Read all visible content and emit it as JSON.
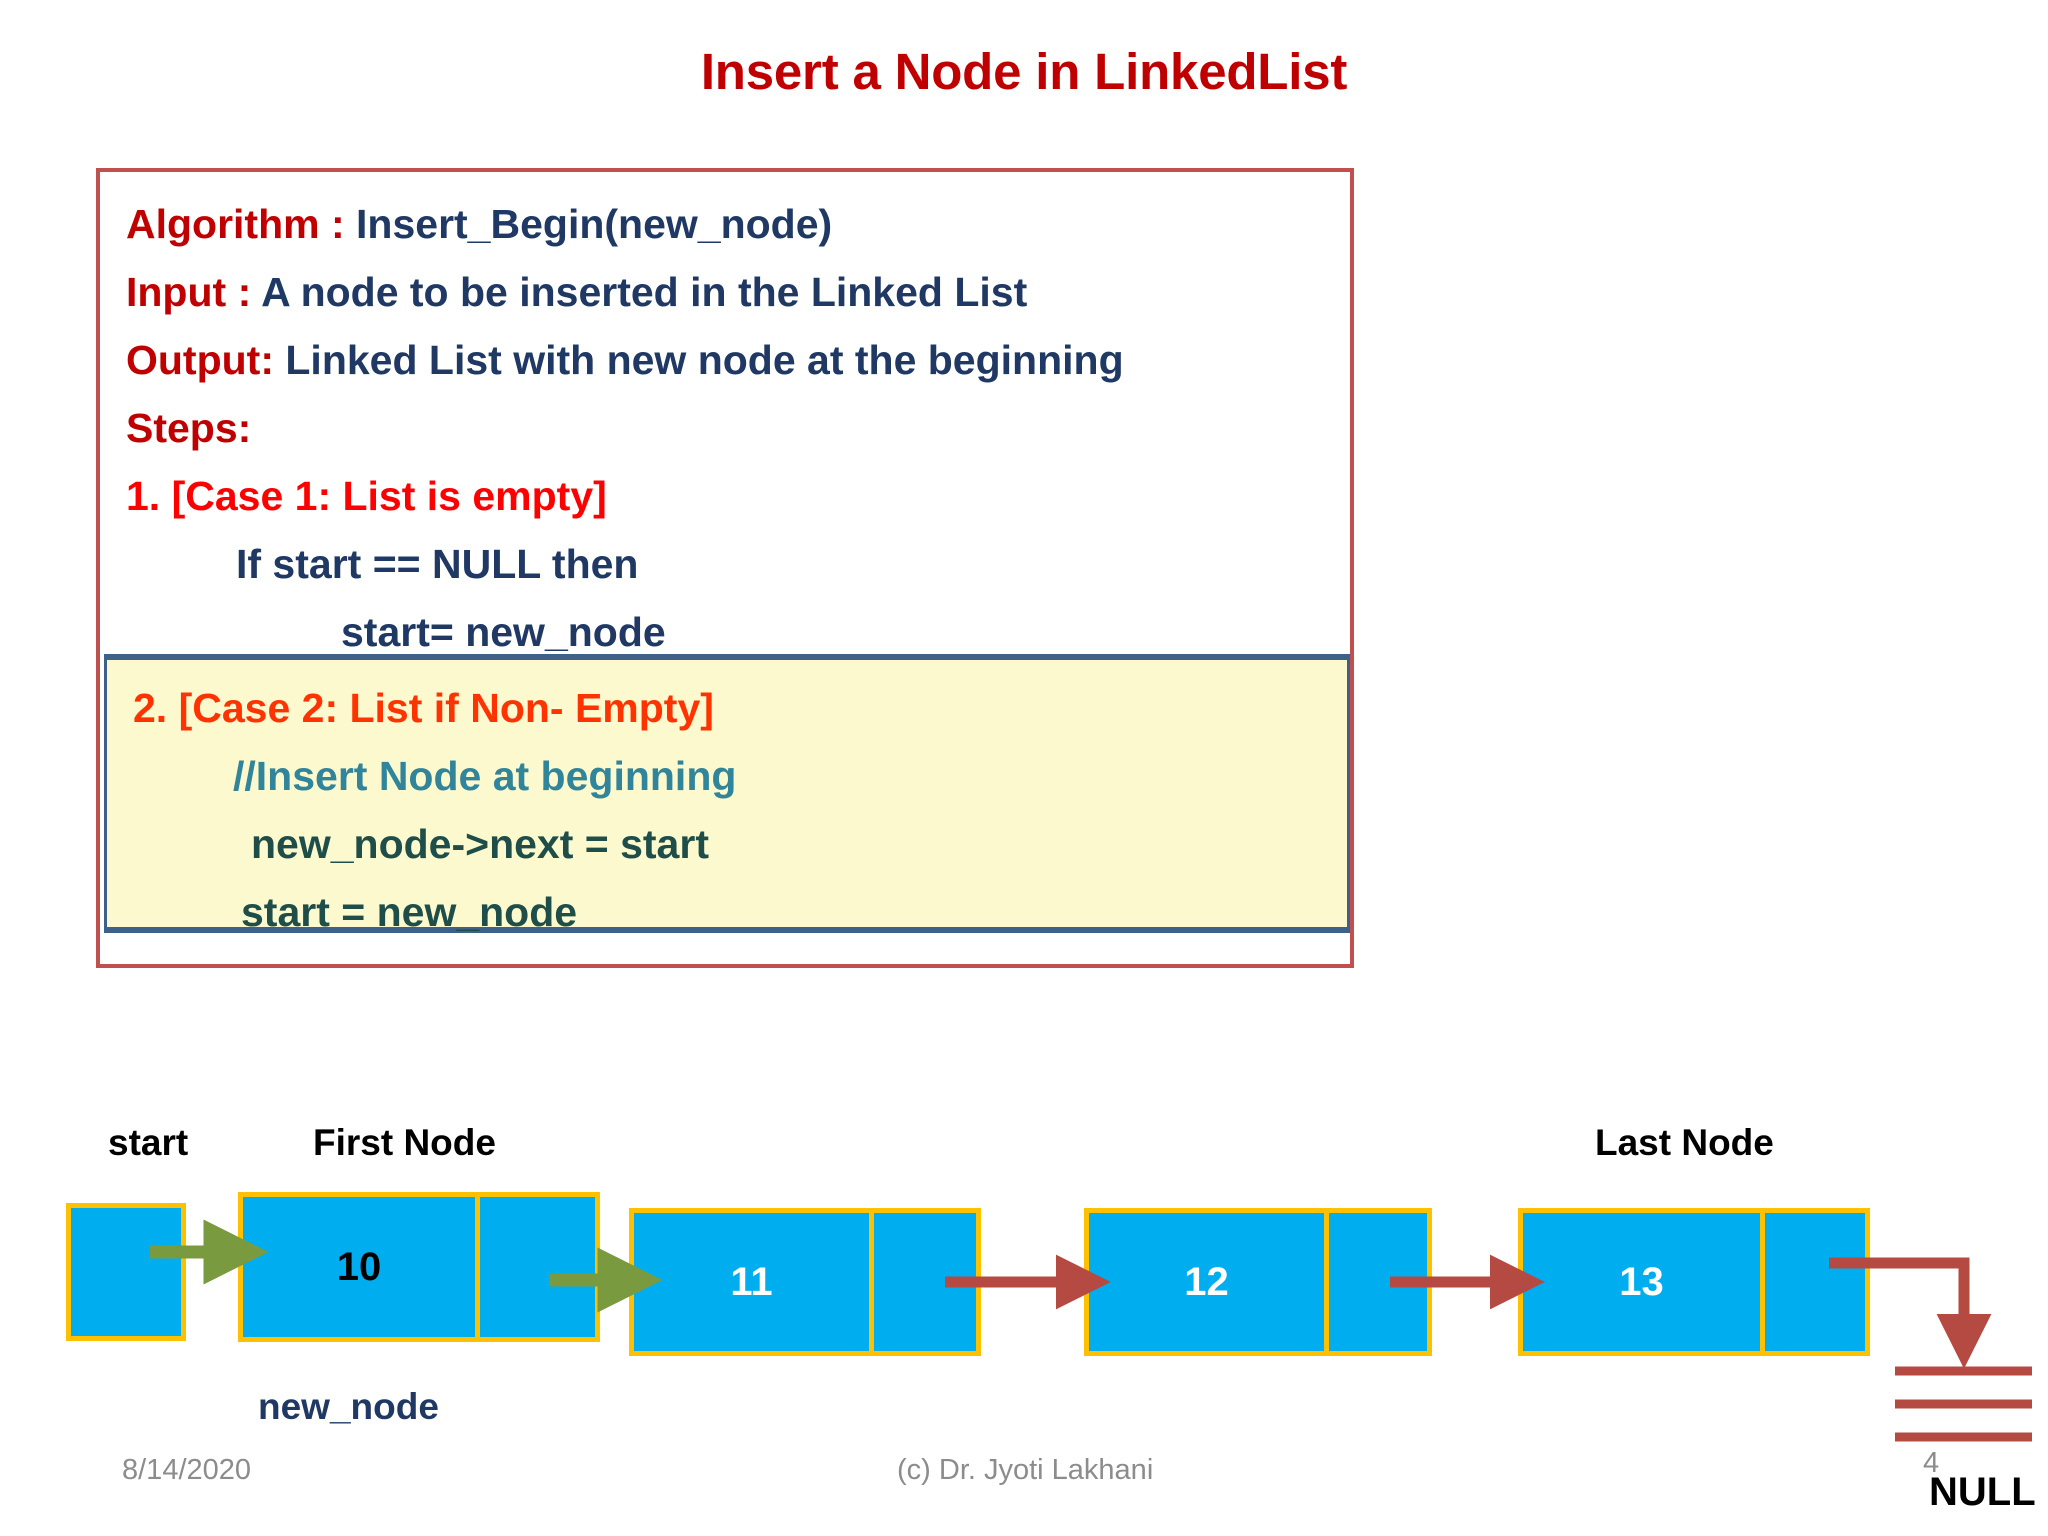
{
  "title": "Insert a Node in LinkedList",
  "algorithm": {
    "lines": [
      {
        "label": "Algorithm : ",
        "text": "Insert_Begin(new_node)"
      },
      {
        "label": "Input : ",
        "text": "A node to be inserted in the Linked List"
      },
      {
        "label": "Output: ",
        "text": "Linked List with new node at the beginning"
      },
      {
        "label": "Steps:",
        "text": ""
      }
    ],
    "case1_heading": "1. [Case 1: List is empty]",
    "case1_body": [
      "If start == NULL then",
      "start= new_node"
    ],
    "case2_heading": "2. [Case 2: List if Non- Empty]",
    "case2_comment": "//Insert Node at beginning",
    "case2_body": [
      "new_node->next = start",
      "start = new_node"
    ]
  },
  "diagram": {
    "labels": {
      "start": "start",
      "first_node": "First Node",
      "last_node": "Last Node",
      "new_node": "new_node",
      "null": "NULL"
    },
    "nodes": [
      {
        "value": "",
        "kind": "start-pointer"
      },
      {
        "value": "10",
        "kind": "new-node"
      },
      {
        "value": "11",
        "kind": "node"
      },
      {
        "value": "12",
        "kind": "node"
      },
      {
        "value": "13",
        "kind": "node"
      }
    ]
  },
  "footer": {
    "date": "8/14/2020",
    "copyright": "(c) Dr. Jyoti Lakhani",
    "slide_number": "4"
  },
  "colors": {
    "title_red": "#C00000",
    "label_red": "#C00000",
    "case1_red": "#FF0000",
    "case2_orange": "#FF3300",
    "body_navy": "#1F3864",
    "comment_teal": "#31859B",
    "code_teal": "#1F4E4A",
    "highlight_bg": "#FCF9CE",
    "highlight_border": "#3D6189",
    "box_border": "#C0504D",
    "node_fill": "#00AEEF",
    "node_border": "#FFC000",
    "green_arrow": "#7A9A3F",
    "red_arrow": "#B54A43",
    "footer_gray": "#8C8C8C"
  }
}
